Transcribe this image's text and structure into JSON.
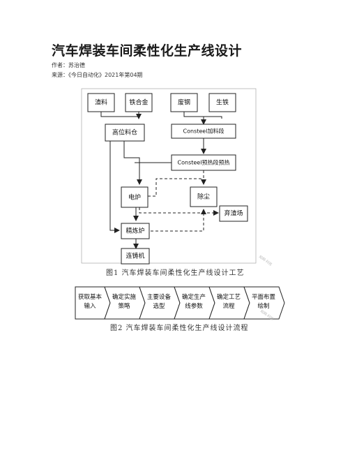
{
  "doc": {
    "title": "汽车焊装车间柔性化生产线设计",
    "author_label": "作者：",
    "author": "苏治德",
    "source_label": "来源：",
    "source": "《今日自动化》2021年第04期"
  },
  "figure1": {
    "caption": "图1 汽车焊装车间柔性化生产线设计工艺",
    "watermark": "知网·科技",
    "nodes": {
      "zhaliao": "渣料",
      "tiehejin": "铁合金",
      "feigang": "废钢",
      "shengtie": "生铁",
      "gaoweiliaocang": "高位料仓",
      "consteel_jialiao": "Consteel加料段",
      "consteel_yure": "Consteel预热段预热",
      "dianlu": "电炉",
      "chuchen": "除尘",
      "qizhachang": "弃渣场",
      "jinglianlu": "精炼炉",
      "lianzhuji": "连铸机"
    }
  },
  "figure2": {
    "caption": "图2 汽车焊装车间柔性化生产线设计流程",
    "watermark": "知网·科技",
    "steps": [
      [
        "获取基本",
        "输入"
      ],
      [
        "确定实施",
        "策略"
      ],
      [
        "主要设备",
        "选型"
      ],
      [
        "确定生产",
        "线参数"
      ],
      [
        "确定工艺",
        "流程"
      ],
      [
        "平面布置",
        "绘制"
      ]
    ]
  }
}
